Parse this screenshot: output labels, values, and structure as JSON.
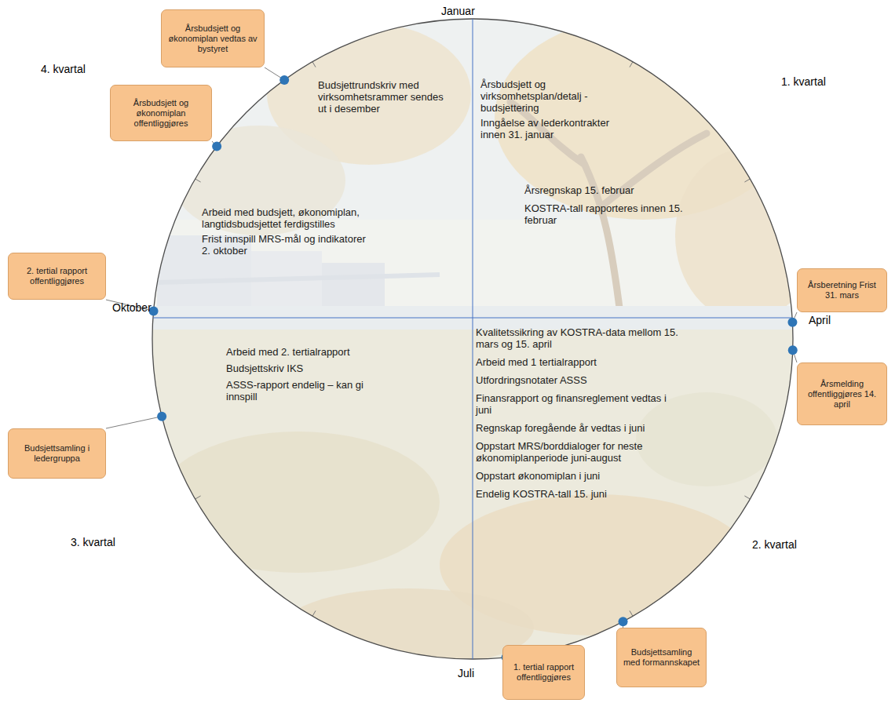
{
  "diagram": {
    "nodes": [
      {
        "text": [
          "Årsbudsjett og økonomiplan vedtas av bystyret"
        ]
      },
      {
        "text": [
          "Årsbudsjett og økonomiplan offentliggjøres"
        ]
      },
      {
        "text": [
          "2. tertial rapport offentliggjøres"
        ]
      },
      {
        "text": [
          "Årsberetning Frist 31. mars"
        ]
      },
      {
        "text": [
          "Årsmelding offentliggjøres 14. april"
        ]
      },
      {
        "text": [
          "Budsjettsamling i ledergruppa"
        ]
      },
      {
        "text": [
          "Budsjettsamling med formannskapet"
        ]
      },
      {
        "text": [
          "1. tertial rapport offentliggjøres"
        ]
      }
    ],
    "edges": [],
    "labels": [
      "Januar",
      "4. kvartal",
      "1. kvartal",
      "Budsjettrundskriv med virksomhetsrammer sendes ut i desember",
      "Årsbudsjett og virksomhetsplan/detalj -budsjettering",
      "Inngåelse av lederkontrakter innen 31. januar",
      "Årsregnskap 15. februar",
      "KOSTRA-tall rapporteres innen 15. februar",
      "Arbeid med budsjett, økonomiplan, langtidsbudsjettet ferdigstilles",
      "Frist innspill MRS-mål og indikatorer 2. oktober",
      "Oktober",
      "April",
      "Arbeid med 2. tertialrapport",
      "Budsjettskriv IKS",
      "ASSS-rapport endelig – kan gi innspill",
      "Kvalitetssikring av KOSTRA-data mellom 15. mars og 15. april",
      "Arbeid med 1 tertialrapport",
      "Utfordringsnotater ASSS",
      "Finansrapport og finansreglement vedtas i juni",
      "Regnskap foregående år vedtas i juni",
      "Oppstart MRS/borddialoger for neste økonomiplanperiode juni-august",
      "Oppstart økonomiplan i juni",
      "Endelig KOSTRA-tall 15. juni",
      "3. kvartal",
      "2. kvartal",
      "Juli"
    ]
  }
}
